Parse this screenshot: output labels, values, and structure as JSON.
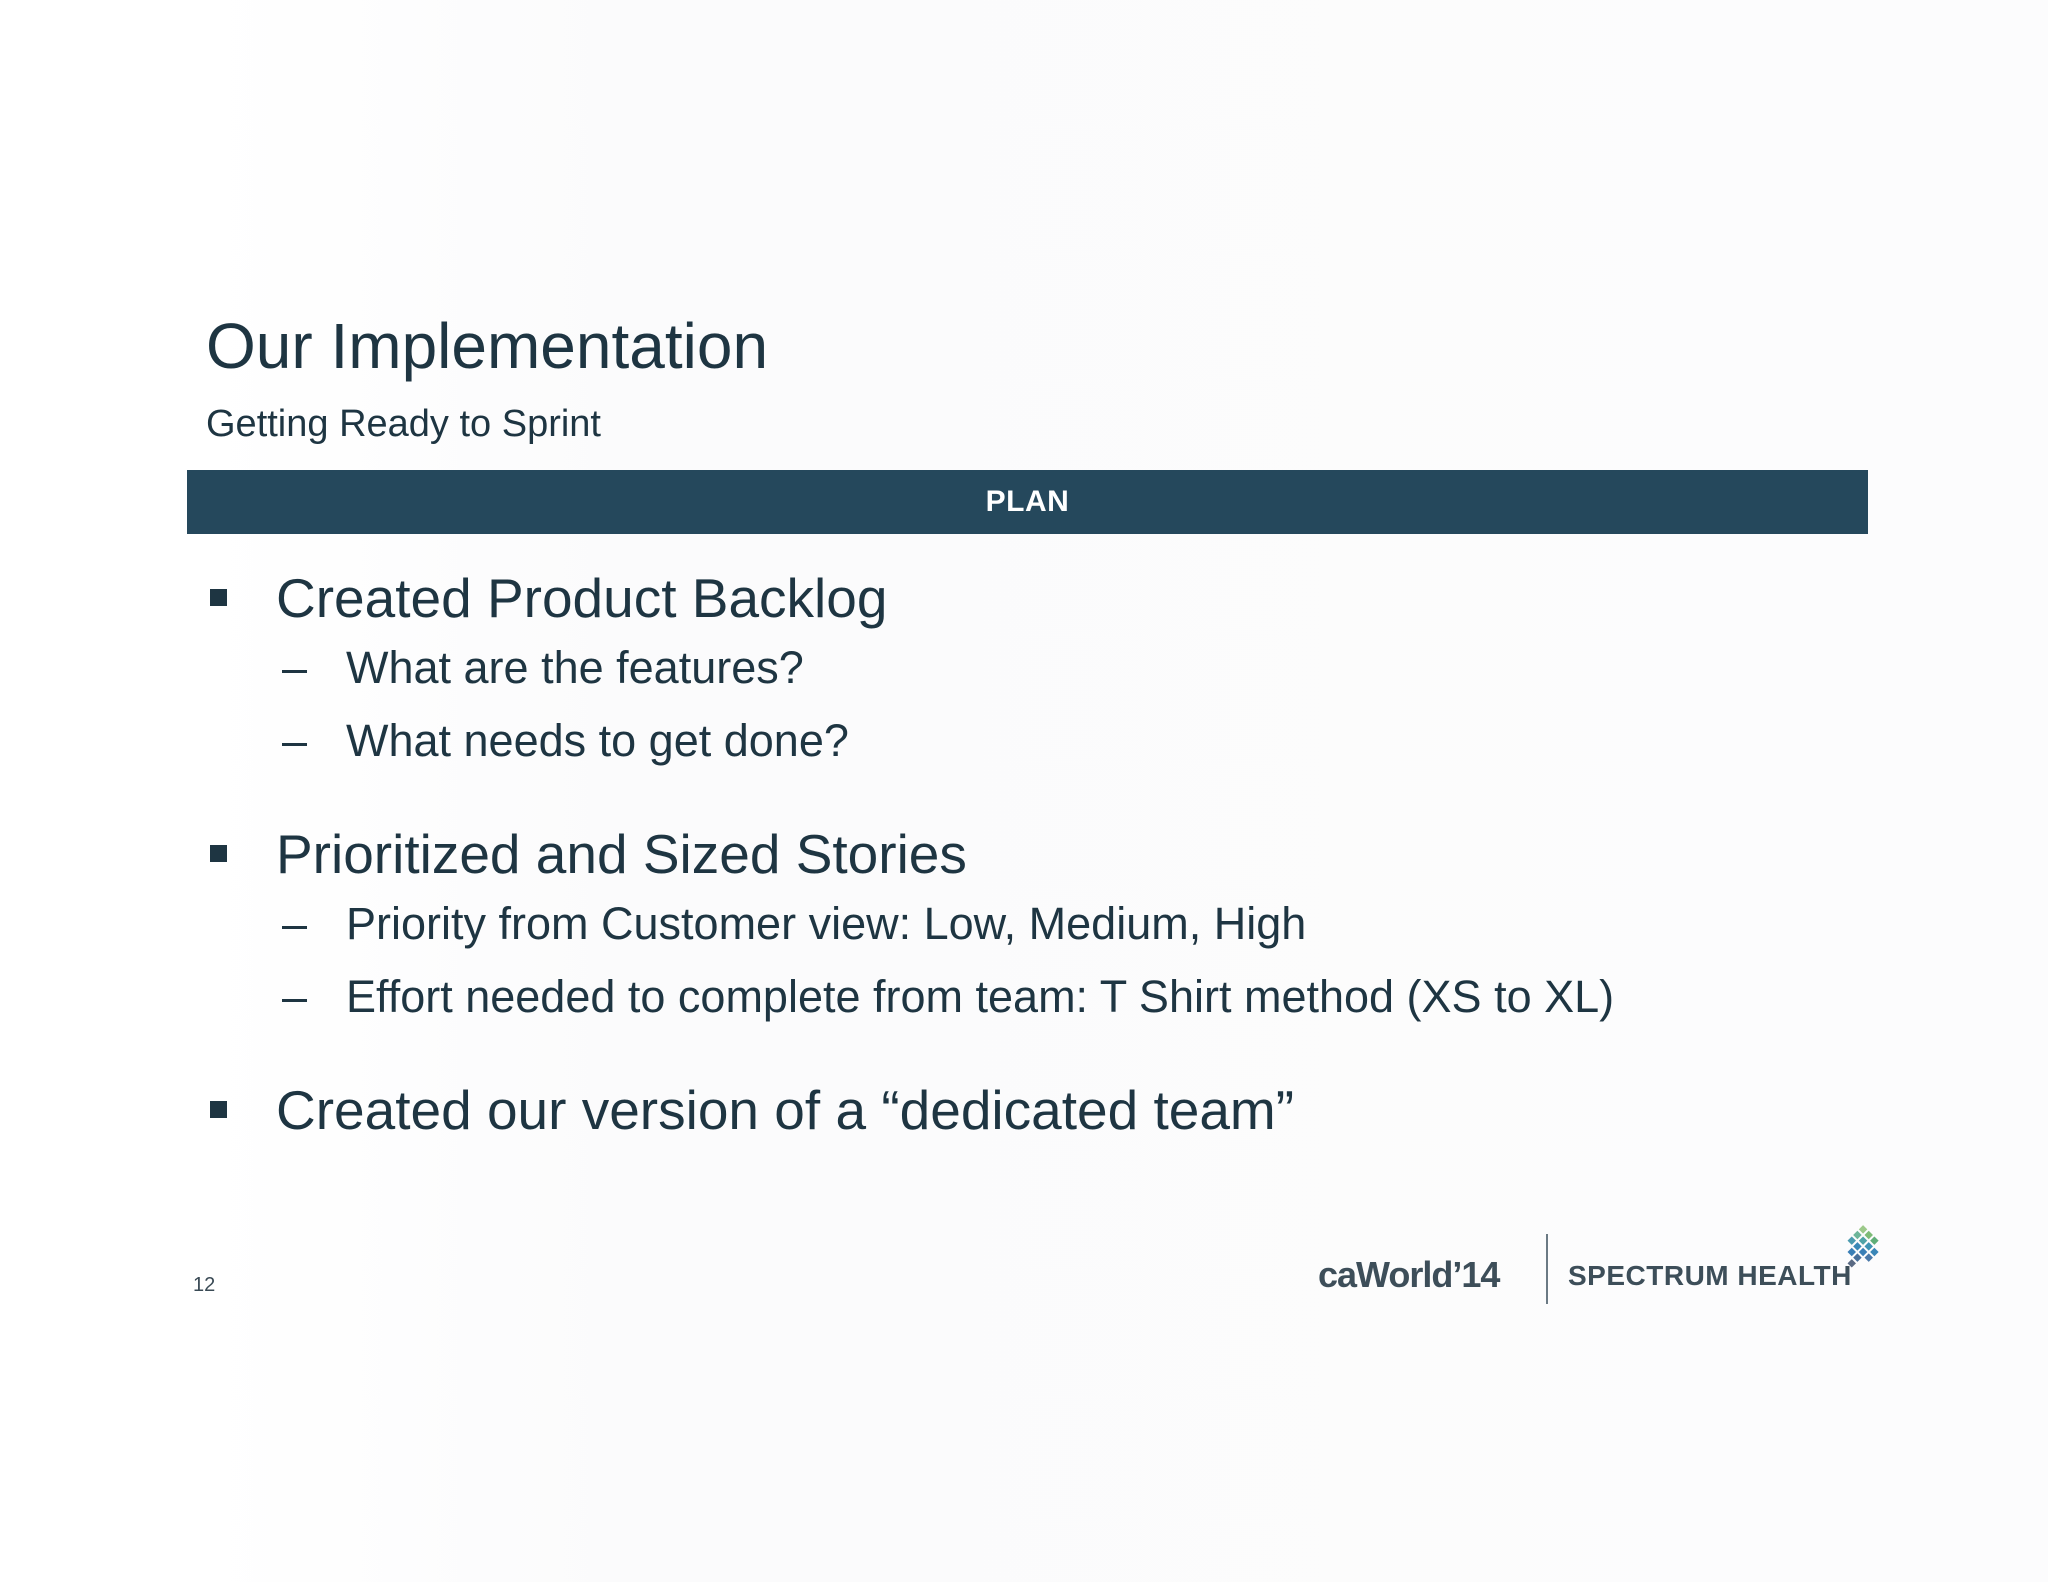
{
  "slide": {
    "title": "Our Implementation",
    "subtitle": "Getting Ready to Sprint",
    "banner_label": "PLAN",
    "bullets": [
      {
        "text": "Created Product Backlog",
        "subitems": [
          "What are the features?",
          "What needs to get done?"
        ]
      },
      {
        "text": "Prioritized and Sized Stories",
        "subitems": [
          "Priority from Customer view:  Low, Medium, High",
          "Effort needed to complete from team:  T Shirt method (XS to XL)"
        ]
      },
      {
        "text": "Created our version of a “dedicated team”",
        "subitems": []
      }
    ],
    "dash": "–",
    "page_number": "12"
  },
  "footer": {
    "ca_logo": "caWorld’14",
    "partner_logo": "SPECTRUM HEALTH",
    "partner_mark_icon": "spectrum-health-mark-icon"
  },
  "colors": {
    "banner": "#25485c",
    "text": "#1e3542",
    "logo_gray": "#3d4e59",
    "mark_green": "#6fb06a",
    "mark_blue": "#3a7fb6"
  }
}
